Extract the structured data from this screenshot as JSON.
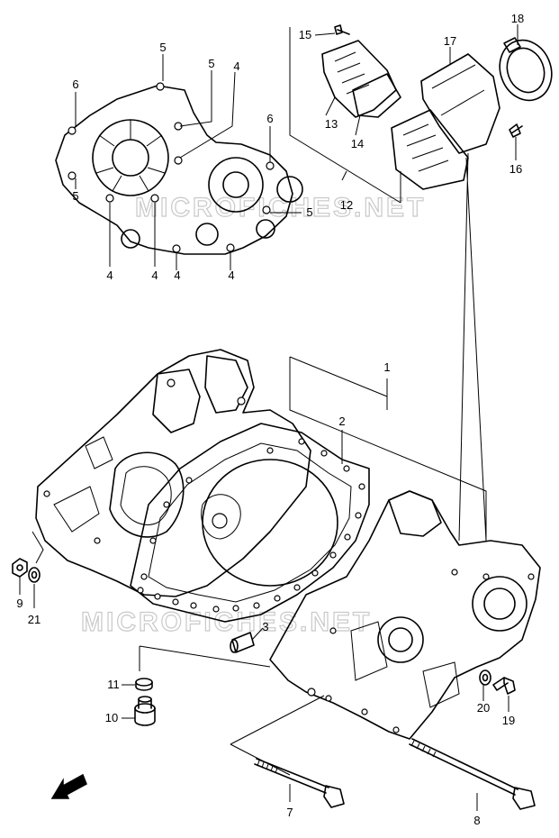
{
  "watermark": "MICROFICHES.NET",
  "fwd_label": "FWD",
  "callouts": [
    "1",
    "2",
    "3",
    "4",
    "5",
    "6",
    "7",
    "8",
    "9",
    "10",
    "11",
    "12",
    "13",
    "14",
    "15",
    "16",
    "17",
    "18",
    "19",
    "20",
    "21"
  ]
}
